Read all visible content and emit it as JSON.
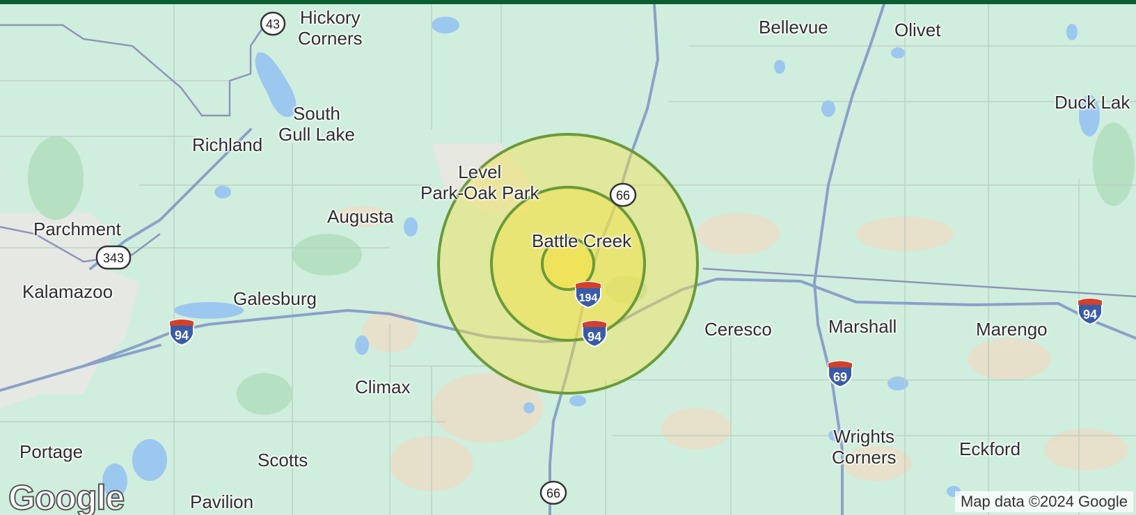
{
  "map": {
    "center_label": "Battle Creek",
    "places": [
      {
        "key": "hickory",
        "text": "Hickory\nCorners"
      },
      {
        "key": "bellevue",
        "text": "Bellevue"
      },
      {
        "key": "olivet",
        "text": "Olivet"
      },
      {
        "key": "ducklake",
        "text": "Duck Lak"
      },
      {
        "key": "southgull",
        "text": "South\nGull Lake"
      },
      {
        "key": "richland",
        "text": "Richland"
      },
      {
        "key": "level",
        "text": "Level\nPark-Oak Park"
      },
      {
        "key": "augusta",
        "text": "Augusta"
      },
      {
        "key": "parchment",
        "text": "Parchment"
      },
      {
        "key": "battlecreek",
        "text": "Battle Creek"
      },
      {
        "key": "kalamazoo",
        "text": "Kalamazoo"
      },
      {
        "key": "galesburg",
        "text": "Galesburg"
      },
      {
        "key": "ceresco",
        "text": "Ceresco"
      },
      {
        "key": "marshall",
        "text": "Marshall"
      },
      {
        "key": "marengo",
        "text": "Marengo"
      },
      {
        "key": "climax",
        "text": "Climax"
      },
      {
        "key": "wrights",
        "text": "Wrights\nCorners"
      },
      {
        "key": "eckford",
        "text": "Eckford"
      },
      {
        "key": "portage",
        "text": "Portage"
      },
      {
        "key": "scotts",
        "text": "Scotts"
      },
      {
        "key": "pavilion",
        "text": "Pavilion"
      }
    ],
    "shields": {
      "m43": "43",
      "m66_north": "66",
      "us343": "343",
      "i194": "194",
      "i94_west": "94",
      "i94_center": "94",
      "i94_east": "94",
      "i69": "69",
      "m66_south": "66"
    },
    "radius_rings": 3,
    "colors": {
      "land": "#cfeede",
      "urban": "#e7e7e4",
      "ring_fill": "#f2e14b",
      "ring_stroke": "#6b9a3a",
      "highway": "#8aa1c8",
      "interstate_red": "#d2412c",
      "interstate_blue": "#3a5ba7",
      "water": "#9cc7ef"
    }
  },
  "google_logo": "Google",
  "attribution": "Map data ©2024 Google"
}
